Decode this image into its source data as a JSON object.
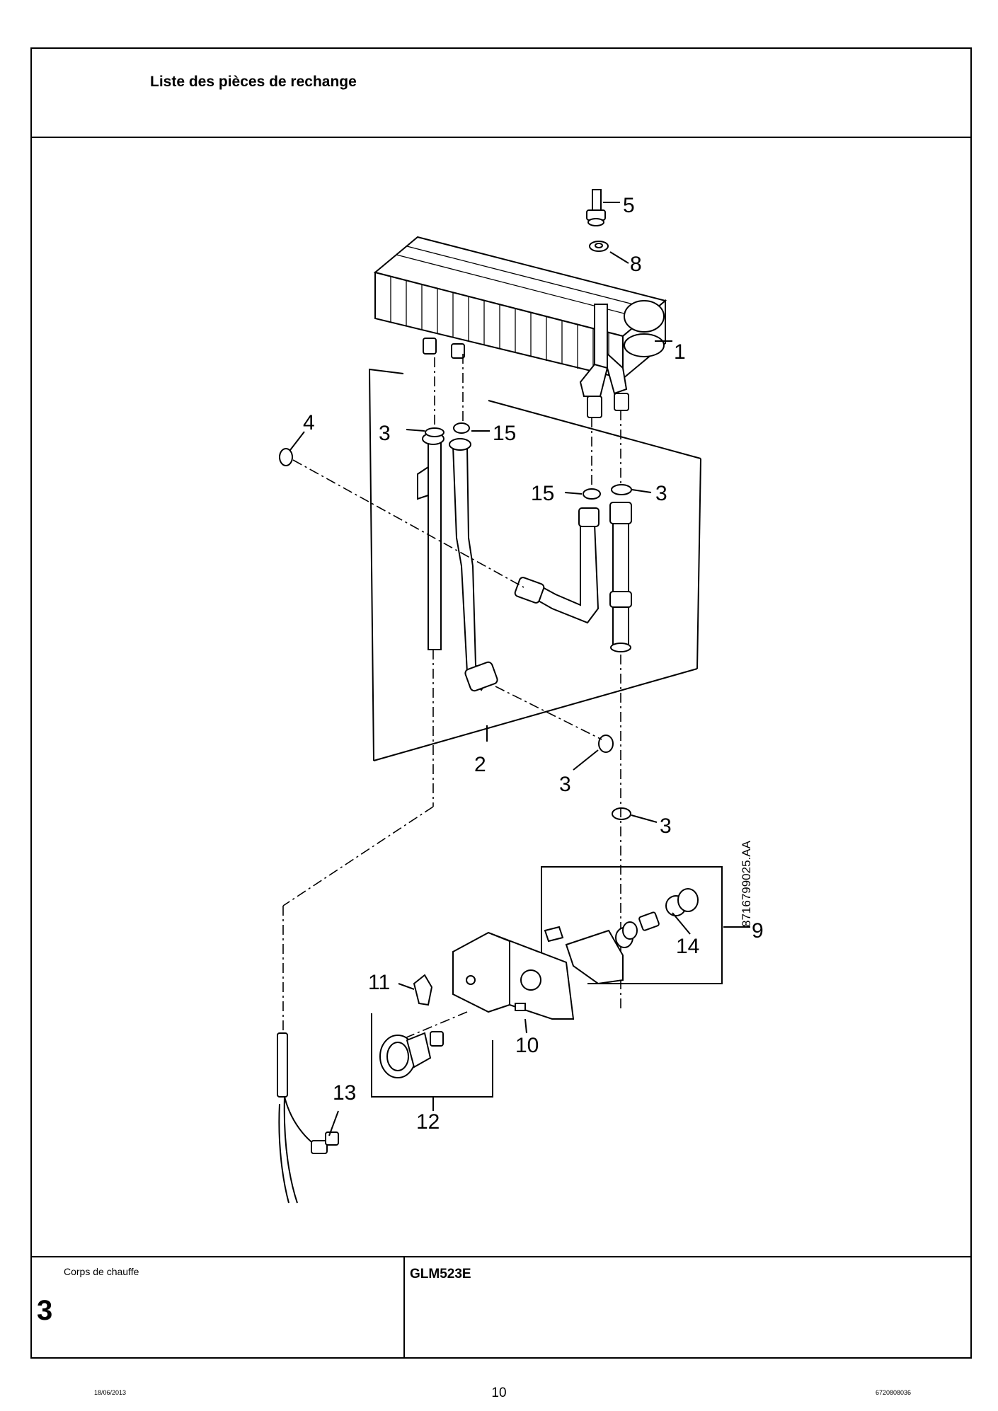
{
  "header": {
    "title": "Liste des pièces de rechange"
  },
  "diagram": {
    "labels": {
      "p1": "1",
      "p2": "2",
      "p3a": "3",
      "p3b": "3",
      "p3c": "3",
      "p3d": "3",
      "p4": "4",
      "p5": "5",
      "p8": "8",
      "p9": "9",
      "p10": "10",
      "p11": "11",
      "p12": "12",
      "p13": "13",
      "p14": "14",
      "p15a": "15",
      "p15b": "15"
    },
    "reference_code": "8716799025.AA"
  },
  "footer": {
    "section_name": "Corps de chauffe",
    "section_number": "3",
    "model": "GLM523E",
    "page_number": "10",
    "date": "18/06/2013",
    "document_number": "6720808036"
  }
}
